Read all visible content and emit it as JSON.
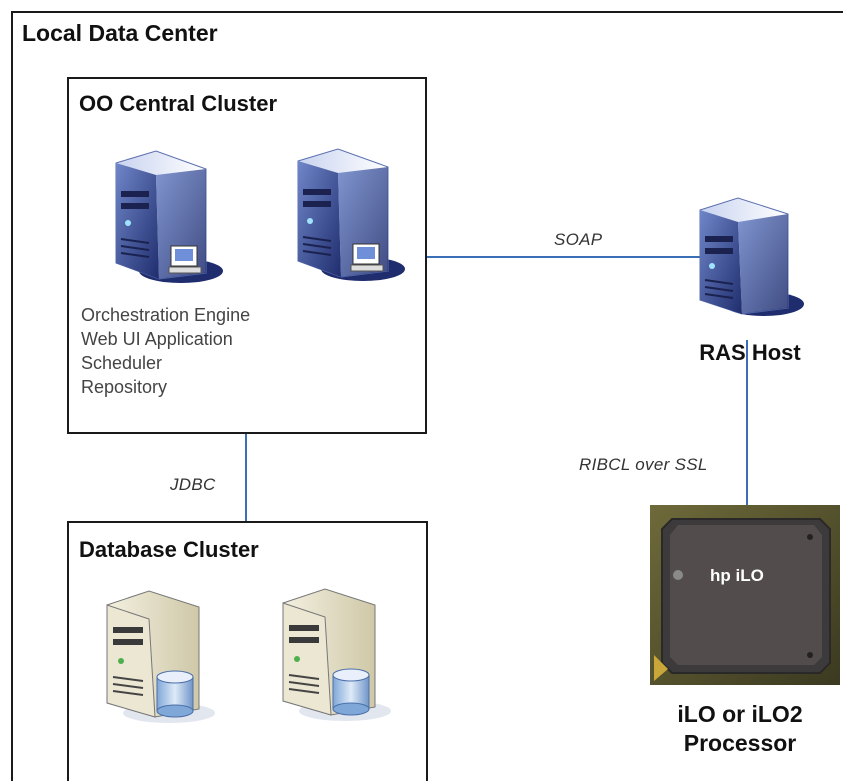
{
  "datacenter": {
    "title": "Local Data Center"
  },
  "central_cluster": {
    "title": "OO Central Cluster",
    "services": [
      "Orchestration Engine",
      "Web UI Application",
      "Scheduler",
      "Repository"
    ]
  },
  "database_cluster": {
    "title": "Database Cluster"
  },
  "connections": {
    "soap": "SOAP",
    "jdbc": "JDBC",
    "ribcl": "RIBCL over SSL"
  },
  "ras": {
    "label": "RAS Host"
  },
  "ilo": {
    "chip_text": "hp iLO",
    "label_line1": "iLO or iLO2",
    "label_line2": "Processor"
  },
  "colors": {
    "link": "#3a6fb5",
    "server_blue": "#2d3f86",
    "db_beige": "#e8e4d0"
  }
}
